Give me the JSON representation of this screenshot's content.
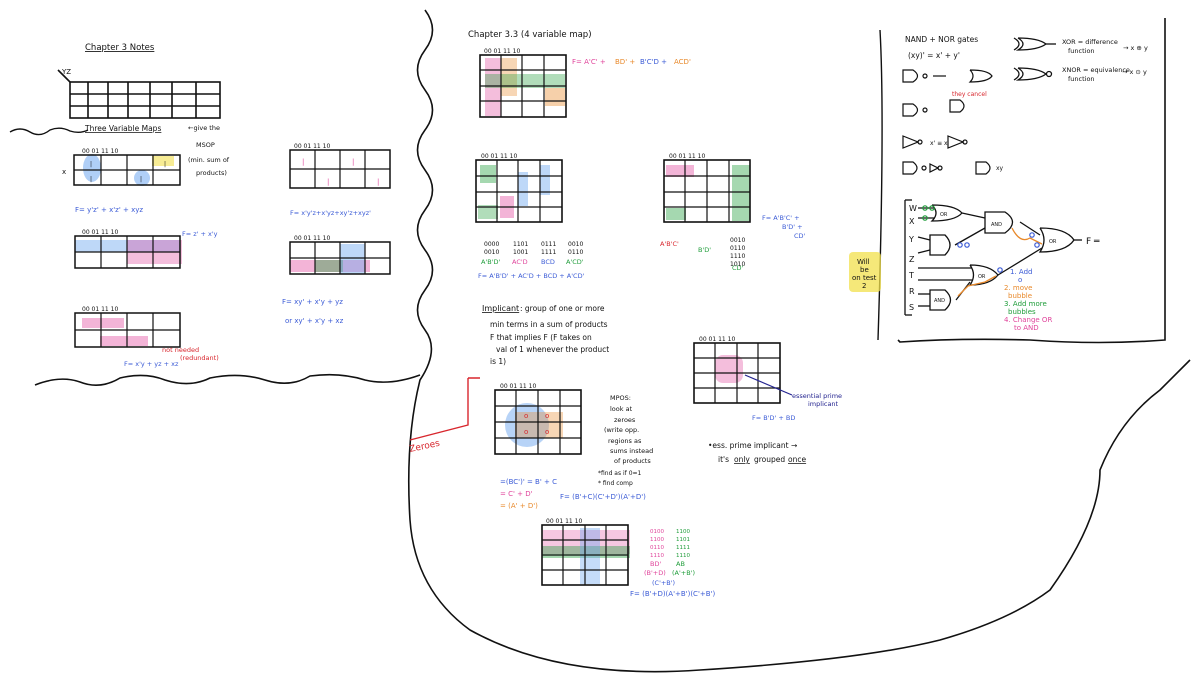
{
  "colors": {
    "ink": "#1a1a1a",
    "blue": "#3b5bd6",
    "pink": "#e0449b",
    "green": "#1f9d3a",
    "orange": "#e8892b",
    "red": "#d8262d",
    "yellow": "#e3c21c",
    "navy": "#23238f"
  },
  "left": {
    "title": "Chapter 3 Notes",
    "yz": "YZ",
    "three_var_title": "Three Variable Maps",
    "msop_note": [
      "←give the",
      "MSOP",
      "(min. sum of",
      "products)"
    ],
    "eq1": "F= y'z' + x'z' + xyz",
    "eq2": "F= x'y'z+x'yz+xy'z+xyz'",
    "eq3": "F= z' + x'y",
    "eq4": "F= xy' + x'y + yz",
    "eq4b": "or  xy' + x'y + xz",
    "eq5": "F= x'y + yz + xz",
    "not_needed": "not needed",
    "redundant": "(redundant)"
  },
  "middle": {
    "title": "Chapter 3.3 (4 variable map)",
    "f1a": "F= A'C' + ",
    "f1b": "BD' + ",
    "f1c": "B'C'D + ",
    "f1d": "ACD'",
    "terms_a": "A'B'D'",
    "terms_b": "AC'D",
    "terms_c": "BCD",
    "terms_d": "A'CD'",
    "bin_a": [
      "0000",
      "0010"
    ],
    "bin_b": [
      "1101",
      "1001"
    ],
    "bin_c": [
      "0111",
      "1111"
    ],
    "bin_d": [
      "0010",
      "0110"
    ],
    "f2": "F= A'B'D' + AC'D + BCD + A'CD'",
    "f3": [
      "F= A'B'C' +",
      "B'D' +",
      "CD'"
    ],
    "abc": "A'B'C'",
    "bd": "B'D'",
    "cd": "CD'",
    "bin_e": [
      "0010",
      "0110",
      "1110",
      "1010"
    ],
    "implicant_word": "Implicant",
    "implicant_def": [
      ": group of one or more",
      "min terms in a sum of products",
      "F that implies F (F takes on",
      "val of 1 whenever the product",
      "is 1)"
    ],
    "zeroes": "Zeroes",
    "mpos": [
      "MPOS:",
      "look at",
      "zeroes",
      "(write opp.",
      "regions as",
      "sums instead",
      "of products"
    ],
    "mpos2": [
      "*find as if 0=1",
      "* find comp"
    ],
    "c1": "=(BC')' = B' + C",
    "c2": "= C' + D'",
    "c3": "= (A' + D')",
    "fpos": "F= (B'+C)(C'+D')(A'+D')",
    "essential": [
      "essential prime",
      "implicant"
    ],
    "f4": "F= B'D' + BD",
    "ess_note1": "•ess. prime implicant →",
    "ess_note2a": "it's ",
    "ess_note2b": "only",
    "ess_note2c": " grouped ",
    "ess_note2d": "once",
    "pink_bin": [
      "0100",
      "1100",
      "0110",
      "1110"
    ],
    "green_bin": [
      "1100",
      "1101",
      "1111",
      "1110"
    ],
    "bd2": "BD'",
    "ab": "AB",
    "bd3": "(B'+D)",
    "ab3": "(A'+B')",
    "cb3": "(C'+B')",
    "f5": "F= (B'+D)(A'+B')(C'+B')"
  },
  "right": {
    "nand_title": "NAND + NOR gates",
    "demorgan": "(xy)' = x' + y'",
    "xor": "XOR = difference",
    "xor2": "function",
    "xor_eq": "→ x ⊕ y",
    "xnor": "XNOR = equivalence",
    "xnor2": "function",
    "xnor_eq": "→ x ⊙ y",
    "they_cancel": "they cancel",
    "xprime": "x' ≡ x",
    "xy": "xy",
    "will_be": [
      "Will",
      "be",
      "on test",
      "2"
    ],
    "inputs": [
      "W",
      "X",
      "Y",
      "Z",
      "T",
      "R",
      "S"
    ],
    "f_out": "F ═",
    "steps": [
      "1. Add",
      "o",
      "2. move",
      "bubble",
      "3. Add more",
      "bubbles",
      "4. Change OR",
      "to AND"
    ],
    "gate_or": "OR",
    "gate_and": "AND"
  }
}
